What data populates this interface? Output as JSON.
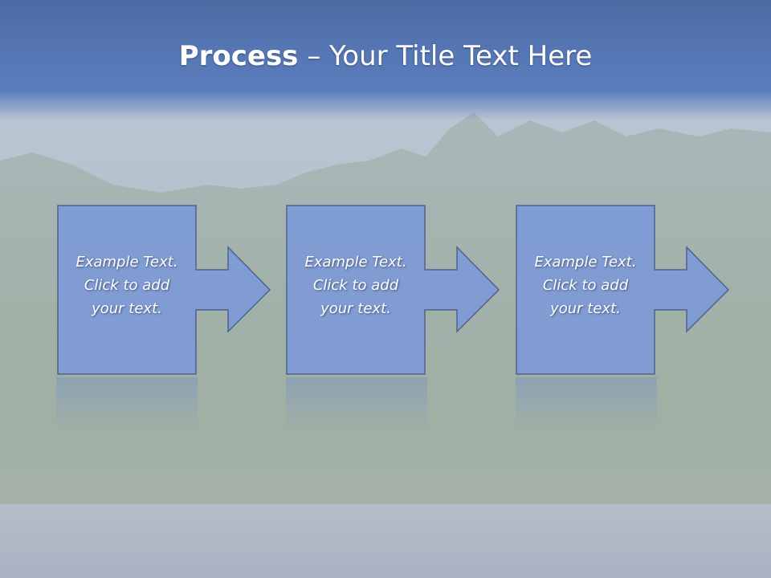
{
  "slide": {
    "title_bold": "Process",
    "title_rest": " – Your Title Text Here"
  },
  "steps": [
    {
      "line1": "Example Text.",
      "line2": "Click  to add",
      "line3": "your text."
    },
    {
      "line1": "Example Text.",
      "line2": "Click  to add",
      "line3": "your text."
    },
    {
      "line1": "Example Text.",
      "line2": "Click  to add",
      "line3": "your text."
    }
  ],
  "colors": {
    "title_band": "#5677b5",
    "shape_fill": "#7f9bd6",
    "shape_stroke": "#4a5f8c",
    "text": "#ffffff"
  }
}
